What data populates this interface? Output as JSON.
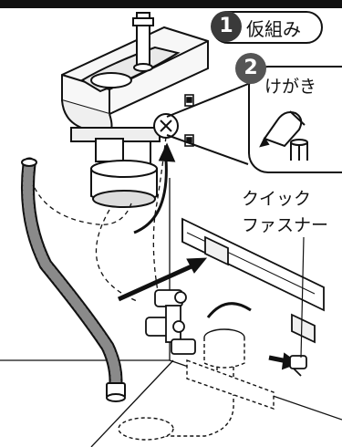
{
  "steps": [
    {
      "number": "1",
      "label": "仮組み"
    },
    {
      "number": "2",
      "label": "けがき"
    }
  ],
  "fastener_label": {
    "line1": "クイック",
    "line2": "ファスナー"
  },
  "icons": [
    "pencil-icon",
    "screw-anchor-icon",
    "circled-arrow-icon"
  ],
  "colors": {
    "ink": "#111111",
    "badge": "#3a3a3a",
    "hose": "#7a7a7a",
    "wall": "#f2f2f2"
  }
}
